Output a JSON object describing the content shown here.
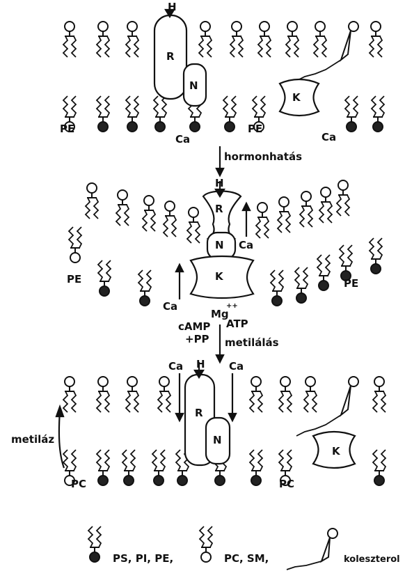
{
  "panels": {
    "top": {
      "labels": {
        "pe_left": "PE",
        "pe_right": "PE",
        "ca_center": "Ca",
        "ca_right": "Ca",
        "hormone": "H",
        "receptor": "R",
        "n_protein": "N",
        "kinase": "K"
      }
    },
    "middle": {
      "labels": {
        "pe_left": "PE",
        "pe_right": "PE",
        "ca_up": "Ca",
        "ca_down": "Ca",
        "hormone": "H",
        "receptor": "R",
        "n_protein": "N",
        "kinase": "K",
        "mg": "Mg",
        "mg_charge": "++",
        "camp": "cAMP",
        "pp": "+PP",
        "atp": "ATP"
      }
    },
    "bottom": {
      "labels": {
        "pc_left": "PC",
        "pc_right": "PC",
        "ca_left": "Ca",
        "ca_right": "Ca",
        "hormone": "H",
        "receptor": "R",
        "n_protein": "N",
        "kinase": "K",
        "methylase": "metiláz"
      }
    }
  },
  "transitions": {
    "first": "hormonhatás",
    "second": "metilálás"
  },
  "legend": {
    "filled_head": "PS, PI, PE,",
    "open_head": "PC, SM,",
    "cholesterol": "koleszterol"
  }
}
